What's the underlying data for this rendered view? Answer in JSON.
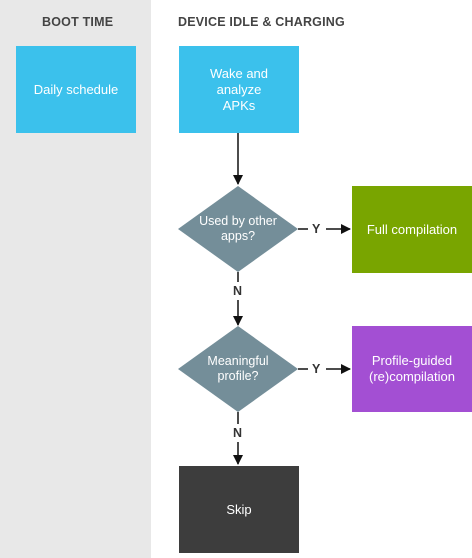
{
  "lanes": {
    "boot_time": "BOOT TIME",
    "idle_charging": "DEVICE IDLE & CHARGING"
  },
  "nodes": {
    "daily_schedule": "Daily schedule",
    "wake_analyze": "Wake and analyze APKs",
    "used_by_other_apps": "Used by other apps?",
    "full_compilation": "Full compilation",
    "meaningful_profile": "Meaningful profile?",
    "profile_guided": "Profile-guided (re)compilation",
    "skip": "Skip"
  },
  "edge_labels": {
    "yes_1": "Y",
    "no_1": "N",
    "yes_2": "Y",
    "no_2": "N"
  },
  "colors": {
    "lane_background": "#e8e8e8",
    "blue": "#3bc1ec",
    "diamond_gray": "#748e99",
    "green": "#79a500",
    "purple": "#a34fd3",
    "dark": "#3d3d3d"
  }
}
